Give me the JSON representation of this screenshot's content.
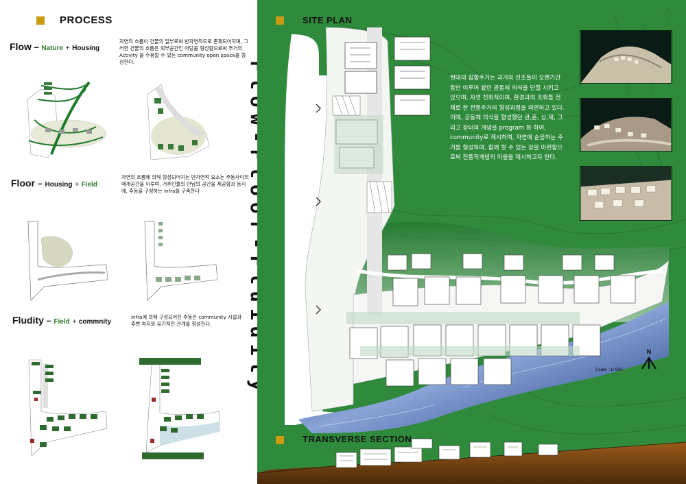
{
  "process": {
    "heading": "PROCESS",
    "flow": {
      "title_main": "Flow",
      "dash": "–",
      "term1": "Nature",
      "plus": "+",
      "term2": "Housing",
      "description": "자연의 흐름이 건물의 일부로써 반자연적으로 존재되어지며, 그러한 건물의 흐름은 외부공간인 마당을 형성함으로써 주거의 Activity 를 수용할 수 있는 community open space를 형성한다."
    },
    "floor": {
      "title_main": "Floor",
      "dash": "–",
      "term1": "Housing",
      "plus": "+",
      "term2": "Field",
      "description": "자연의 흐름에 의해 형성되어지는 반자연적 요소는 주동사이의 매개공간을 이루며, 거주인들의 만남의 공간을 제공함과 동시에, 주동을 구성하는 infra를 구축한다"
    },
    "fluidity": {
      "title_main": "Fludity",
      "dash": "–",
      "term1": "Field",
      "plus": "+",
      "term2": "commnity",
      "description": "infra에 의해 구성되어진 주동은 community 시설과 주변 녹지와 유기적인 관계를 형성한다."
    }
  },
  "vertical_title": "Flow-Floor-Fluidity",
  "site_plan": {
    "heading": "SITE  PLAN",
    "description": "현대의 집합주거는 과거의 선조들이 오랜기간 동안 이루어 왔던 공동체 의식을 단절 시키고 있으며, 자연 친화적이며, 환경과의 조화를 전제로 한 전통주거의 형성과정을 외면하고 있다. 이에, 공동체 의식을 형성했던 관,혼, 상,제, 그리고 장터의 개념을 program 화 하여, community로 제시하며, 자연에 순응하는 주거를 형성하며, 함께 할 수 있는 장을 마련함으로써 전통적개념의 마을을 제시하고자 한다.",
    "scale": "Scale : 1/ 600",
    "north": "N"
  },
  "section": {
    "heading": "TRANSVERSE   SECTION"
  },
  "colors": {
    "accent_square": "#c89b12",
    "board_green": "#2f8a3c",
    "label_green": "#2a7a2a"
  }
}
